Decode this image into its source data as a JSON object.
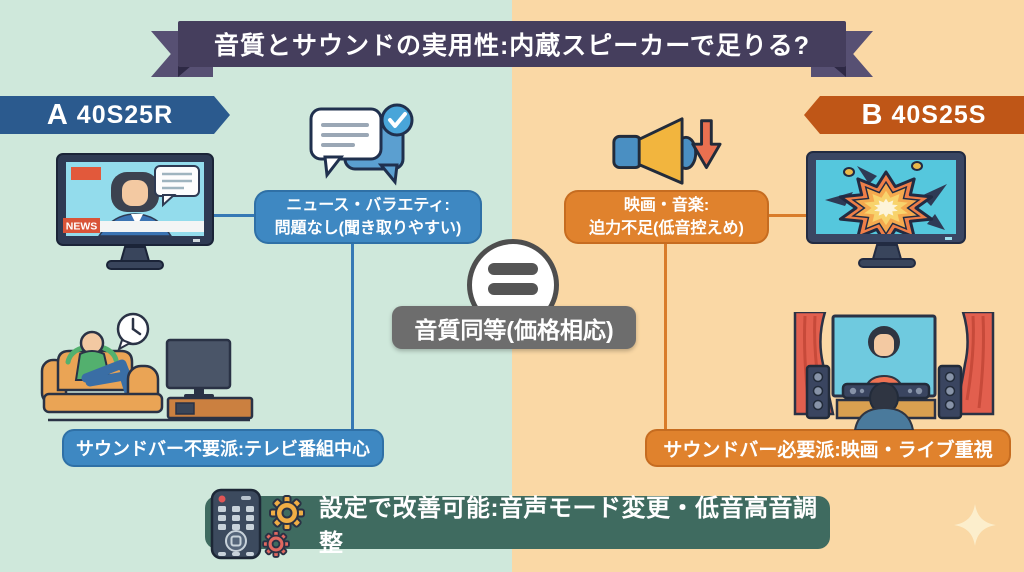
{
  "title": "音質とサウンドの実用性:内蔵スピーカーで足りる?",
  "left": {
    "badge_letter": "A",
    "badge_model": "40S25R",
    "news_label": "NEWS",
    "top_note_line1": "ニュース・バラエティ:",
    "top_note_line2": "問題なし(聞き取りやすい)",
    "bottom_note": "サウンドバー不要派:テレビ番組中心"
  },
  "right": {
    "badge_letter": "B",
    "badge_model": "40S25S",
    "top_note_line1": "映画・音楽:",
    "top_note_line2": "迫力不足(低音控えめ)",
    "bottom_note": "サウンドバー必要派:映画・ライブ重視"
  },
  "center": {
    "verdict": "音質同等(価格相応)",
    "equals_symbol": "="
  },
  "footer": {
    "note": "設定で改善可能:音声モード変更・低音高音調整"
  },
  "icons": {
    "speech_bubble_check": "speech-bubble-check-icon",
    "speaker_volume_down": "speaker-volume-down-icon",
    "down_arrow": "down-arrow-icon",
    "equals": "equals-icon",
    "clock_bubble": "clock-bubble-icon",
    "remote_control": "remote-control-icon",
    "gears": "gears-icon",
    "sparkle": "sparkle-icon"
  },
  "colors": {
    "bg_left": "#cfe8db",
    "bg_right": "#fad8a5",
    "ribbon": "#453e5d",
    "ribbon_tail": "#575073",
    "badge_a": "#2b5a8e",
    "badge_b": "#bf5617",
    "note_blue": "#3e88c2",
    "note_orange": "#e0822d",
    "connector_blue": "#3679b5",
    "connector_orange": "#d97c2a",
    "verdict_gray": "#6d6d6d",
    "footer_green": "#3f6b60",
    "accent_red": "#e2593b"
  }
}
